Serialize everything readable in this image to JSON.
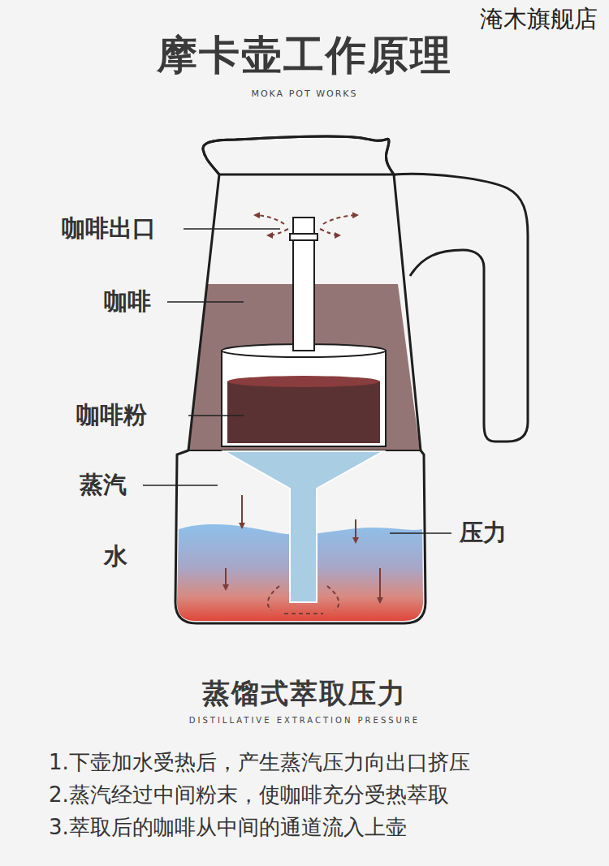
{
  "diagram": {
    "title": "摩卡壶工作原理",
    "labels": [
      "淹木旗舰店",
      "MOKA POT WORKS",
      "咖啡出口",
      "咖啡",
      "咖啡粉",
      "蒸汽",
      "水",
      "压力",
      "蒸馏式萃取压力",
      "DISTILLATIVE EXTRACTION PRESSURE",
      "1.下壶加水受热后，产生蒸汽压力向出口挤压",
      "2.蒸汽经过中间粉末，使咖啡充分受热萃取",
      "3.萃取后的咖啡从中间的通道流入上壶"
    ]
  }
}
